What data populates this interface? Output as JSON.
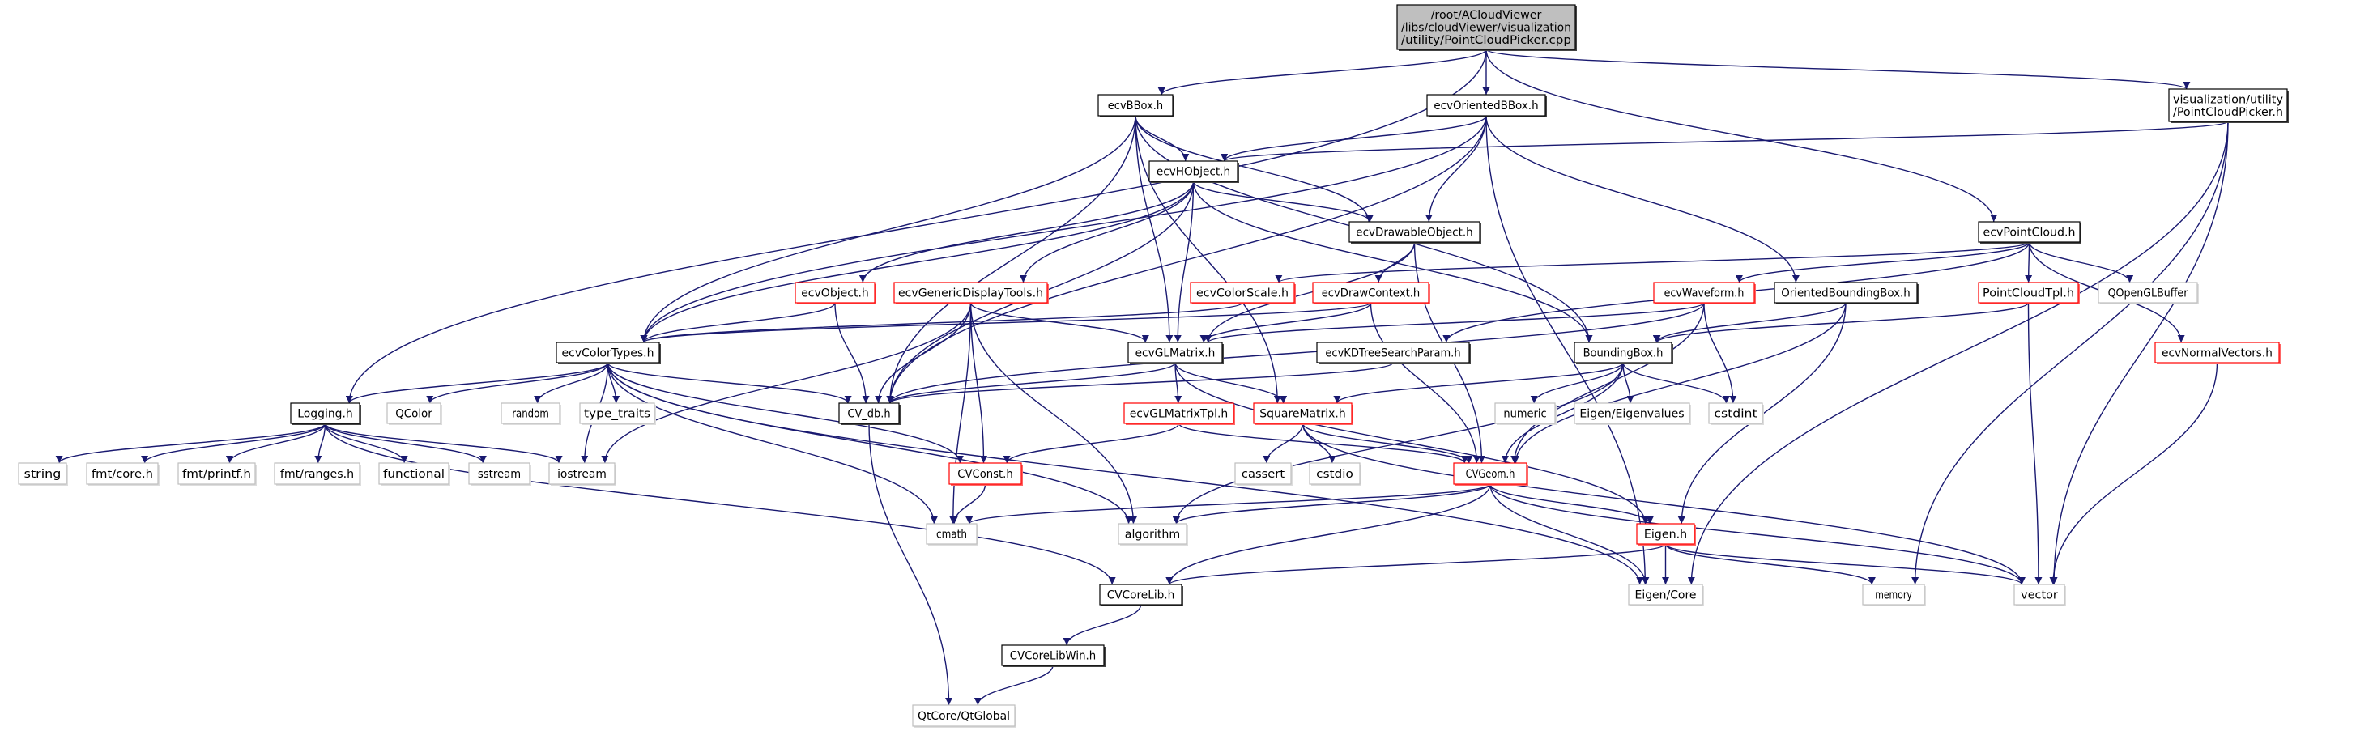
{
  "graph": {
    "nodes": [
      {
        "id": "root",
        "label": [
          "/root/ACloudViewer",
          "/libs/cloudViewer/visualization",
          "/utility/PointCloudPicker.cpp"
        ],
        "kind": "root"
      },
      {
        "id": "ecvBBox",
        "label": [
          "ecvBBox.h"
        ],
        "kind": "documented"
      },
      {
        "id": "ecvOrientedBBox",
        "label": [
          "ecvOrientedBBox.h"
        ],
        "kind": "documented"
      },
      {
        "id": "vizPicker",
        "label": [
          "visualization/utility",
          "/PointCloudPicker.h"
        ],
        "kind": "documented"
      },
      {
        "id": "ecvHObject",
        "label": [
          "ecvHObject.h"
        ],
        "kind": "documented"
      },
      {
        "id": "ecvDrawableObject",
        "label": [
          "ecvDrawableObject.h"
        ],
        "kind": "documented"
      },
      {
        "id": "ecvPointCloud",
        "label": [
          "ecvPointCloud.h"
        ],
        "kind": "documented"
      },
      {
        "id": "ecvObject",
        "label": [
          "ecvObject.h"
        ],
        "kind": "truncated"
      },
      {
        "id": "ecvGenericDisplayTools",
        "label": [
          "ecvGenericDisplayTools.h"
        ],
        "kind": "truncated"
      },
      {
        "id": "ecvColorScale",
        "label": [
          "ecvColorScale.h"
        ],
        "kind": "truncated"
      },
      {
        "id": "ecvDrawContext",
        "label": [
          "ecvDrawContext.h"
        ],
        "kind": "truncated"
      },
      {
        "id": "ecvWaveform",
        "label": [
          "ecvWaveform.h"
        ],
        "kind": "truncated"
      },
      {
        "id": "OrientedBoundingBox",
        "label": [
          "OrientedBoundingBox.h"
        ],
        "kind": "documented"
      },
      {
        "id": "PointCloudTpl",
        "label": [
          "PointCloudTpl.h"
        ],
        "kind": "truncated"
      },
      {
        "id": "QOpenGLBuffer",
        "label": [
          "QOpenGLBuffer"
        ],
        "kind": "external"
      },
      {
        "id": "ecvColorTypes",
        "label": [
          "ecvColorTypes.h"
        ],
        "kind": "documented"
      },
      {
        "id": "ecvGLMatrix",
        "label": [
          "ecvGLMatrix.h"
        ],
        "kind": "documented"
      },
      {
        "id": "ecvKDTreeSearchParam",
        "label": [
          "ecvKDTreeSearchParam.h"
        ],
        "kind": "documented"
      },
      {
        "id": "BoundingBox",
        "label": [
          "BoundingBox.h"
        ],
        "kind": "documented"
      },
      {
        "id": "ecvNormalVectors",
        "label": [
          "ecvNormalVectors.h"
        ],
        "kind": "truncated"
      },
      {
        "id": "Logging",
        "label": [
          "Logging.h"
        ],
        "kind": "documented"
      },
      {
        "id": "QColor",
        "label": [
          "QColor"
        ],
        "kind": "external"
      },
      {
        "id": "random",
        "label": [
          "random"
        ],
        "kind": "external"
      },
      {
        "id": "type_traits",
        "label": [
          "type_traits"
        ],
        "kind": "external"
      },
      {
        "id": "CV_db",
        "label": [
          "CV_db.h"
        ],
        "kind": "documented"
      },
      {
        "id": "ecvGLMatrixTpl",
        "label": [
          "ecvGLMatrixTpl.h"
        ],
        "kind": "truncated"
      },
      {
        "id": "SquareMatrix",
        "label": [
          "SquareMatrix.h"
        ],
        "kind": "truncated"
      },
      {
        "id": "numeric",
        "label": [
          "numeric"
        ],
        "kind": "external"
      },
      {
        "id": "EigenEigenvalues",
        "label": [
          "Eigen/Eigenvalues"
        ],
        "kind": "external"
      },
      {
        "id": "cstdint",
        "label": [
          "cstdint"
        ],
        "kind": "external"
      },
      {
        "id": "string",
        "label": [
          "string"
        ],
        "kind": "external"
      },
      {
        "id": "fmtcore",
        "label": [
          "fmt/core.h"
        ],
        "kind": "external"
      },
      {
        "id": "fmtprintf",
        "label": [
          "fmt/printf.h"
        ],
        "kind": "external"
      },
      {
        "id": "fmtranges",
        "label": [
          "fmt/ranges.h"
        ],
        "kind": "external"
      },
      {
        "id": "functional",
        "label": [
          "functional"
        ],
        "kind": "external"
      },
      {
        "id": "sstream",
        "label": [
          "sstream"
        ],
        "kind": "external"
      },
      {
        "id": "iostream",
        "label": [
          "iostream"
        ],
        "kind": "external"
      },
      {
        "id": "CVConst",
        "label": [
          "CVConst.h"
        ],
        "kind": "truncated"
      },
      {
        "id": "cassert",
        "label": [
          "cassert"
        ],
        "kind": "external"
      },
      {
        "id": "cstdio",
        "label": [
          "cstdio"
        ],
        "kind": "external"
      },
      {
        "id": "CVGeom",
        "label": [
          "CVGeom.h"
        ],
        "kind": "truncated"
      },
      {
        "id": "cmath",
        "label": [
          "cmath"
        ],
        "kind": "external"
      },
      {
        "id": "algorithm",
        "label": [
          "algorithm"
        ],
        "kind": "external"
      },
      {
        "id": "Eigen",
        "label": [
          "Eigen.h"
        ],
        "kind": "truncated"
      },
      {
        "id": "CVCoreLib",
        "label": [
          "CVCoreLib.h"
        ],
        "kind": "documented"
      },
      {
        "id": "EigenCore",
        "label": [
          "Eigen/Core"
        ],
        "kind": "external"
      },
      {
        "id": "memory",
        "label": [
          "memory"
        ],
        "kind": "external"
      },
      {
        "id": "vector",
        "label": [
          "vector"
        ],
        "kind": "external"
      },
      {
        "id": "CVCoreLibWin",
        "label": [
          "CVCoreLibWin.h"
        ],
        "kind": "documented"
      },
      {
        "id": "QtGlobal",
        "label": [
          "QtCore/QtGlobal"
        ],
        "kind": "external"
      }
    ],
    "edges": [
      [
        "root",
        "Logging"
      ],
      [
        "root",
        "ecvBBox"
      ],
      [
        "root",
        "ecvOrientedBBox"
      ],
      [
        "root",
        "vizPicker"
      ],
      [
        "root",
        "ecvPointCloud"
      ],
      [
        "ecvBBox",
        "ecvColorTypes"
      ],
      [
        "ecvBBox",
        "CV_db"
      ],
      [
        "ecvBBox",
        "ecvHObject"
      ],
      [
        "ecvBBox",
        "ecvGLMatrix"
      ],
      [
        "ecvBBox",
        "ecvDrawableObject"
      ],
      [
        "ecvBBox",
        "SquareMatrix"
      ],
      [
        "ecvBBox",
        "BoundingBox"
      ],
      [
        "ecvOrientedBBox",
        "ecvColorTypes"
      ],
      [
        "ecvOrientedBBox",
        "CV_db"
      ],
      [
        "ecvOrientedBBox",
        "ecvHObject"
      ],
      [
        "ecvOrientedBBox",
        "ecvDrawableObject"
      ],
      [
        "ecvOrientedBBox",
        "OrientedBoundingBox"
      ],
      [
        "ecvOrientedBBox",
        "EigenCore"
      ],
      [
        "vizPicker",
        "ecvHObject"
      ],
      [
        "vizPicker",
        "EigenCore"
      ],
      [
        "vizPicker",
        "memory"
      ],
      [
        "vizPicker",
        "vector"
      ],
      [
        "ecvHObject",
        "ecvColorTypes"
      ],
      [
        "ecvHObject",
        "ecvObject"
      ],
      [
        "ecvHObject",
        "ecvGenericDisplayTools"
      ],
      [
        "ecvHObject",
        "ecvDrawableObject"
      ],
      [
        "ecvHObject",
        "ecvGLMatrix"
      ],
      [
        "ecvHObject",
        "BoundingBox"
      ],
      [
        "ecvHObject",
        "CV_db"
      ],
      [
        "ecvDrawableObject",
        "ecvDrawContext"
      ],
      [
        "ecvDrawableObject",
        "ecvGLMatrix"
      ],
      [
        "ecvDrawableObject",
        "CVGeom"
      ],
      [
        "ecvPointCloud",
        "ecvColorScale"
      ],
      [
        "ecvPointCloud",
        "ecvWaveform"
      ],
      [
        "ecvPointCloud",
        "ecvKDTreeSearchParam"
      ],
      [
        "ecvPointCloud",
        "PointCloudTpl"
      ],
      [
        "ecvPointCloud",
        "QOpenGLBuffer"
      ],
      [
        "ecvPointCloud",
        "ecvNormalVectors"
      ],
      [
        "ecvObject",
        "ecvColorTypes"
      ],
      [
        "ecvObject",
        "CV_db"
      ],
      [
        "ecvGenericDisplayTools",
        "ecvGLMatrix"
      ],
      [
        "ecvGenericDisplayTools",
        "CV_db"
      ],
      [
        "ecvGenericDisplayTools",
        "iostream"
      ],
      [
        "ecvGenericDisplayTools",
        "CVConst"
      ],
      [
        "ecvGenericDisplayTools",
        "cmath"
      ],
      [
        "ecvGenericDisplayTools",
        "algorithm"
      ],
      [
        "ecvColorScale",
        "ecvColorTypes"
      ],
      [
        "ecvDrawContext",
        "ecvColorTypes"
      ],
      [
        "ecvDrawContext",
        "ecvGLMatrix"
      ],
      [
        "ecvDrawContext",
        "CVGeom"
      ],
      [
        "ecvWaveform",
        "ecvGLMatrix"
      ],
      [
        "ecvWaveform",
        "CV_db"
      ],
      [
        "ecvWaveform",
        "cstdint"
      ],
      [
        "ecvWaveform",
        "CVGeom"
      ],
      [
        "OrientedBoundingBox",
        "BoundingBox"
      ],
      [
        "OrientedBoundingBox",
        "CVGeom"
      ],
      [
        "OrientedBoundingBox",
        "Eigen"
      ],
      [
        "PointCloudTpl",
        "BoundingBox"
      ],
      [
        "PointCloudTpl",
        "vector"
      ],
      [
        "ecvNormalVectors",
        "vector"
      ],
      [
        "ecvColorTypes",
        "Logging"
      ],
      [
        "ecvColorTypes",
        "QColor"
      ],
      [
        "ecvColorTypes",
        "random"
      ],
      [
        "ecvColorTypes",
        "type_traits"
      ],
      [
        "ecvColorTypes",
        "CV_db"
      ],
      [
        "ecvColorTypes",
        "iostream"
      ],
      [
        "ecvColorTypes",
        "CVConst"
      ],
      [
        "ecvColorTypes",
        "cmath"
      ],
      [
        "ecvColorTypes",
        "algorithm"
      ],
      [
        "ecvColorTypes",
        "EigenCore"
      ],
      [
        "ecvGLMatrix",
        "CV_db"
      ],
      [
        "ecvGLMatrix",
        "ecvGLMatrixTpl"
      ],
      [
        "ecvGLMatrix",
        "SquareMatrix"
      ],
      [
        "ecvGLMatrix",
        "Eigen"
      ],
      [
        "ecvKDTreeSearchParam",
        "CV_db"
      ],
      [
        "BoundingBox",
        "SquareMatrix"
      ],
      [
        "BoundingBox",
        "numeric"
      ],
      [
        "BoundingBox",
        "EigenEigenvalues"
      ],
      [
        "BoundingBox",
        "cstdint"
      ],
      [
        "BoundingBox",
        "algorithm"
      ],
      [
        "BoundingBox",
        "CVGeom"
      ],
      [
        "Logging",
        "string"
      ],
      [
        "Logging",
        "fmtcore"
      ],
      [
        "Logging",
        "fmtprintf"
      ],
      [
        "Logging",
        "fmtranges"
      ],
      [
        "Logging",
        "functional"
      ],
      [
        "Logging",
        "sstream"
      ],
      [
        "Logging",
        "iostream"
      ],
      [
        "Logging",
        "CVCoreLib"
      ],
      [
        "CV_db",
        "QtGlobal"
      ],
      [
        "ecvGLMatrixTpl",
        "CVConst"
      ],
      [
        "ecvGLMatrixTpl",
        "CVGeom"
      ],
      [
        "SquareMatrix",
        "cassert"
      ],
      [
        "SquareMatrix",
        "cstdio"
      ],
      [
        "SquareMatrix",
        "CVGeom"
      ],
      [
        "SquareMatrix",
        "vector"
      ],
      [
        "CVConst",
        "cmath"
      ],
      [
        "CVGeom",
        "cmath"
      ],
      [
        "CVGeom",
        "algorithm"
      ],
      [
        "CVGeom",
        "Eigen"
      ],
      [
        "CVGeom",
        "CVCoreLib"
      ],
      [
        "CVGeom",
        "EigenCore"
      ],
      [
        "CVGeom",
        "vector"
      ],
      [
        "Eigen",
        "CVCoreLib"
      ],
      [
        "Eigen",
        "EigenCore"
      ],
      [
        "Eigen",
        "memory"
      ],
      [
        "Eigen",
        "vector"
      ],
      [
        "CVCoreLib",
        "CVCoreLibWin"
      ],
      [
        "CVCoreLibWin",
        "QtGlobal"
      ]
    ],
    "colors": {
      "edge": "#191970",
      "root_fill": "#bfbfbf",
      "documented_border": "#000000",
      "truncated_border": "#ff0000",
      "external_border": "#bfbfbf"
    }
  }
}
